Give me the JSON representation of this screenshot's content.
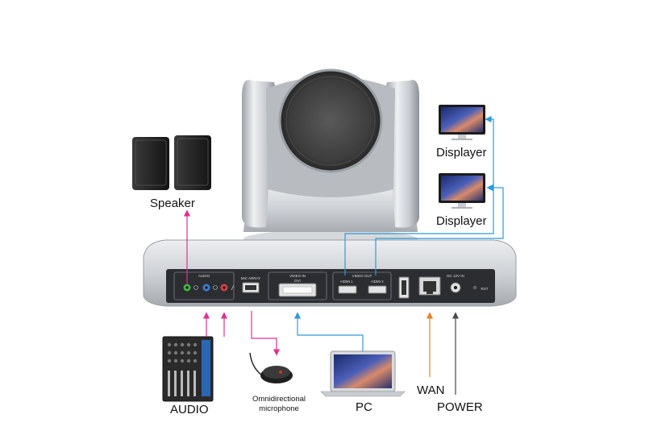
{
  "labels": {
    "speaker": "Speaker",
    "displayer_top": "Displayer",
    "displayer_bottom": "Displayer",
    "audio": "AUDIO",
    "mic_line1": "Omnidirectional",
    "mic_line2": "microphone",
    "pc": "PC",
    "wan": "WAN",
    "power": "POWER"
  },
  "panel": {
    "audio_group": "AUDIO",
    "mic_array": "MIC ARRAY",
    "video_in": "VIDEO IN",
    "video_in_sub": "DVI",
    "video_out": "VIDEO OUT",
    "hdmi1": "HDMI 1",
    "hdmi2": "HDMI 2",
    "dc_in": "DC 12V IN",
    "reset": "RST"
  },
  "colors": {
    "speaker_line": "#e0318f",
    "audio_line": "#e0318f",
    "mic_line": "#e0318f",
    "display_line": "#2e9bd6",
    "pc_line": "#2e9bd6",
    "wan_line": "#e8822a",
    "power_line": "#4a4a4a",
    "device_body": "#c8cbcf",
    "panel_dark": "#2b2d31"
  },
  "icons": {
    "speaker": "speaker-pair-icon",
    "displayer": "monitor-icon",
    "audio_mixer": "mixer-icon",
    "microphone": "puck-mic-icon",
    "pc": "laptop-icon"
  }
}
